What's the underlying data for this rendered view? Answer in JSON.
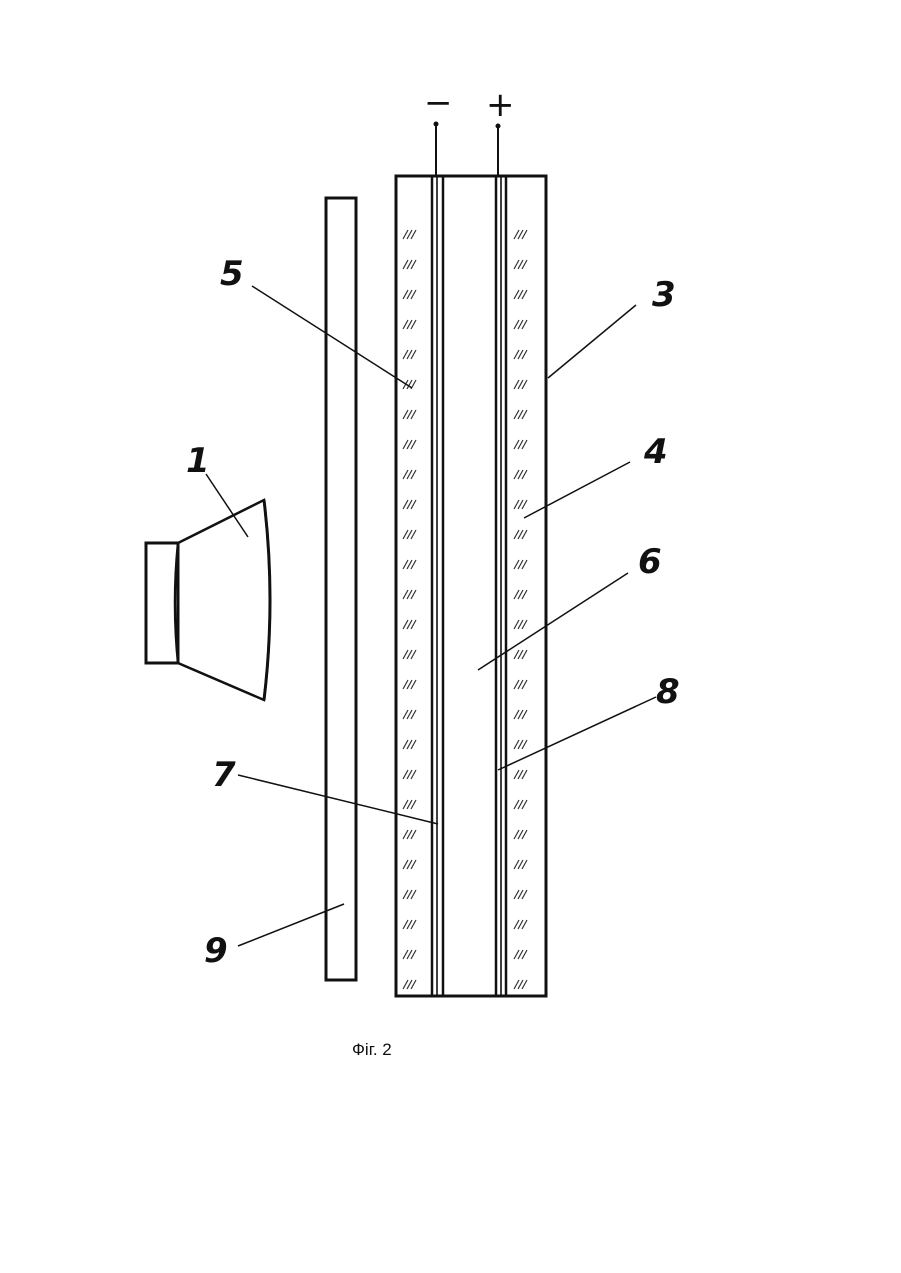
{
  "figure": {
    "caption": "Фіг. 2",
    "polarity": {
      "negative": "−",
      "positive": "+"
    },
    "labels": {
      "lamp": "1",
      "outer_layer": "3",
      "electrolyte": "4",
      "electrolyte_left": "5",
      "middle_layer": "6",
      "electrode_left": "7",
      "electrode_right": "8",
      "filter_plate": "9"
    }
  }
}
